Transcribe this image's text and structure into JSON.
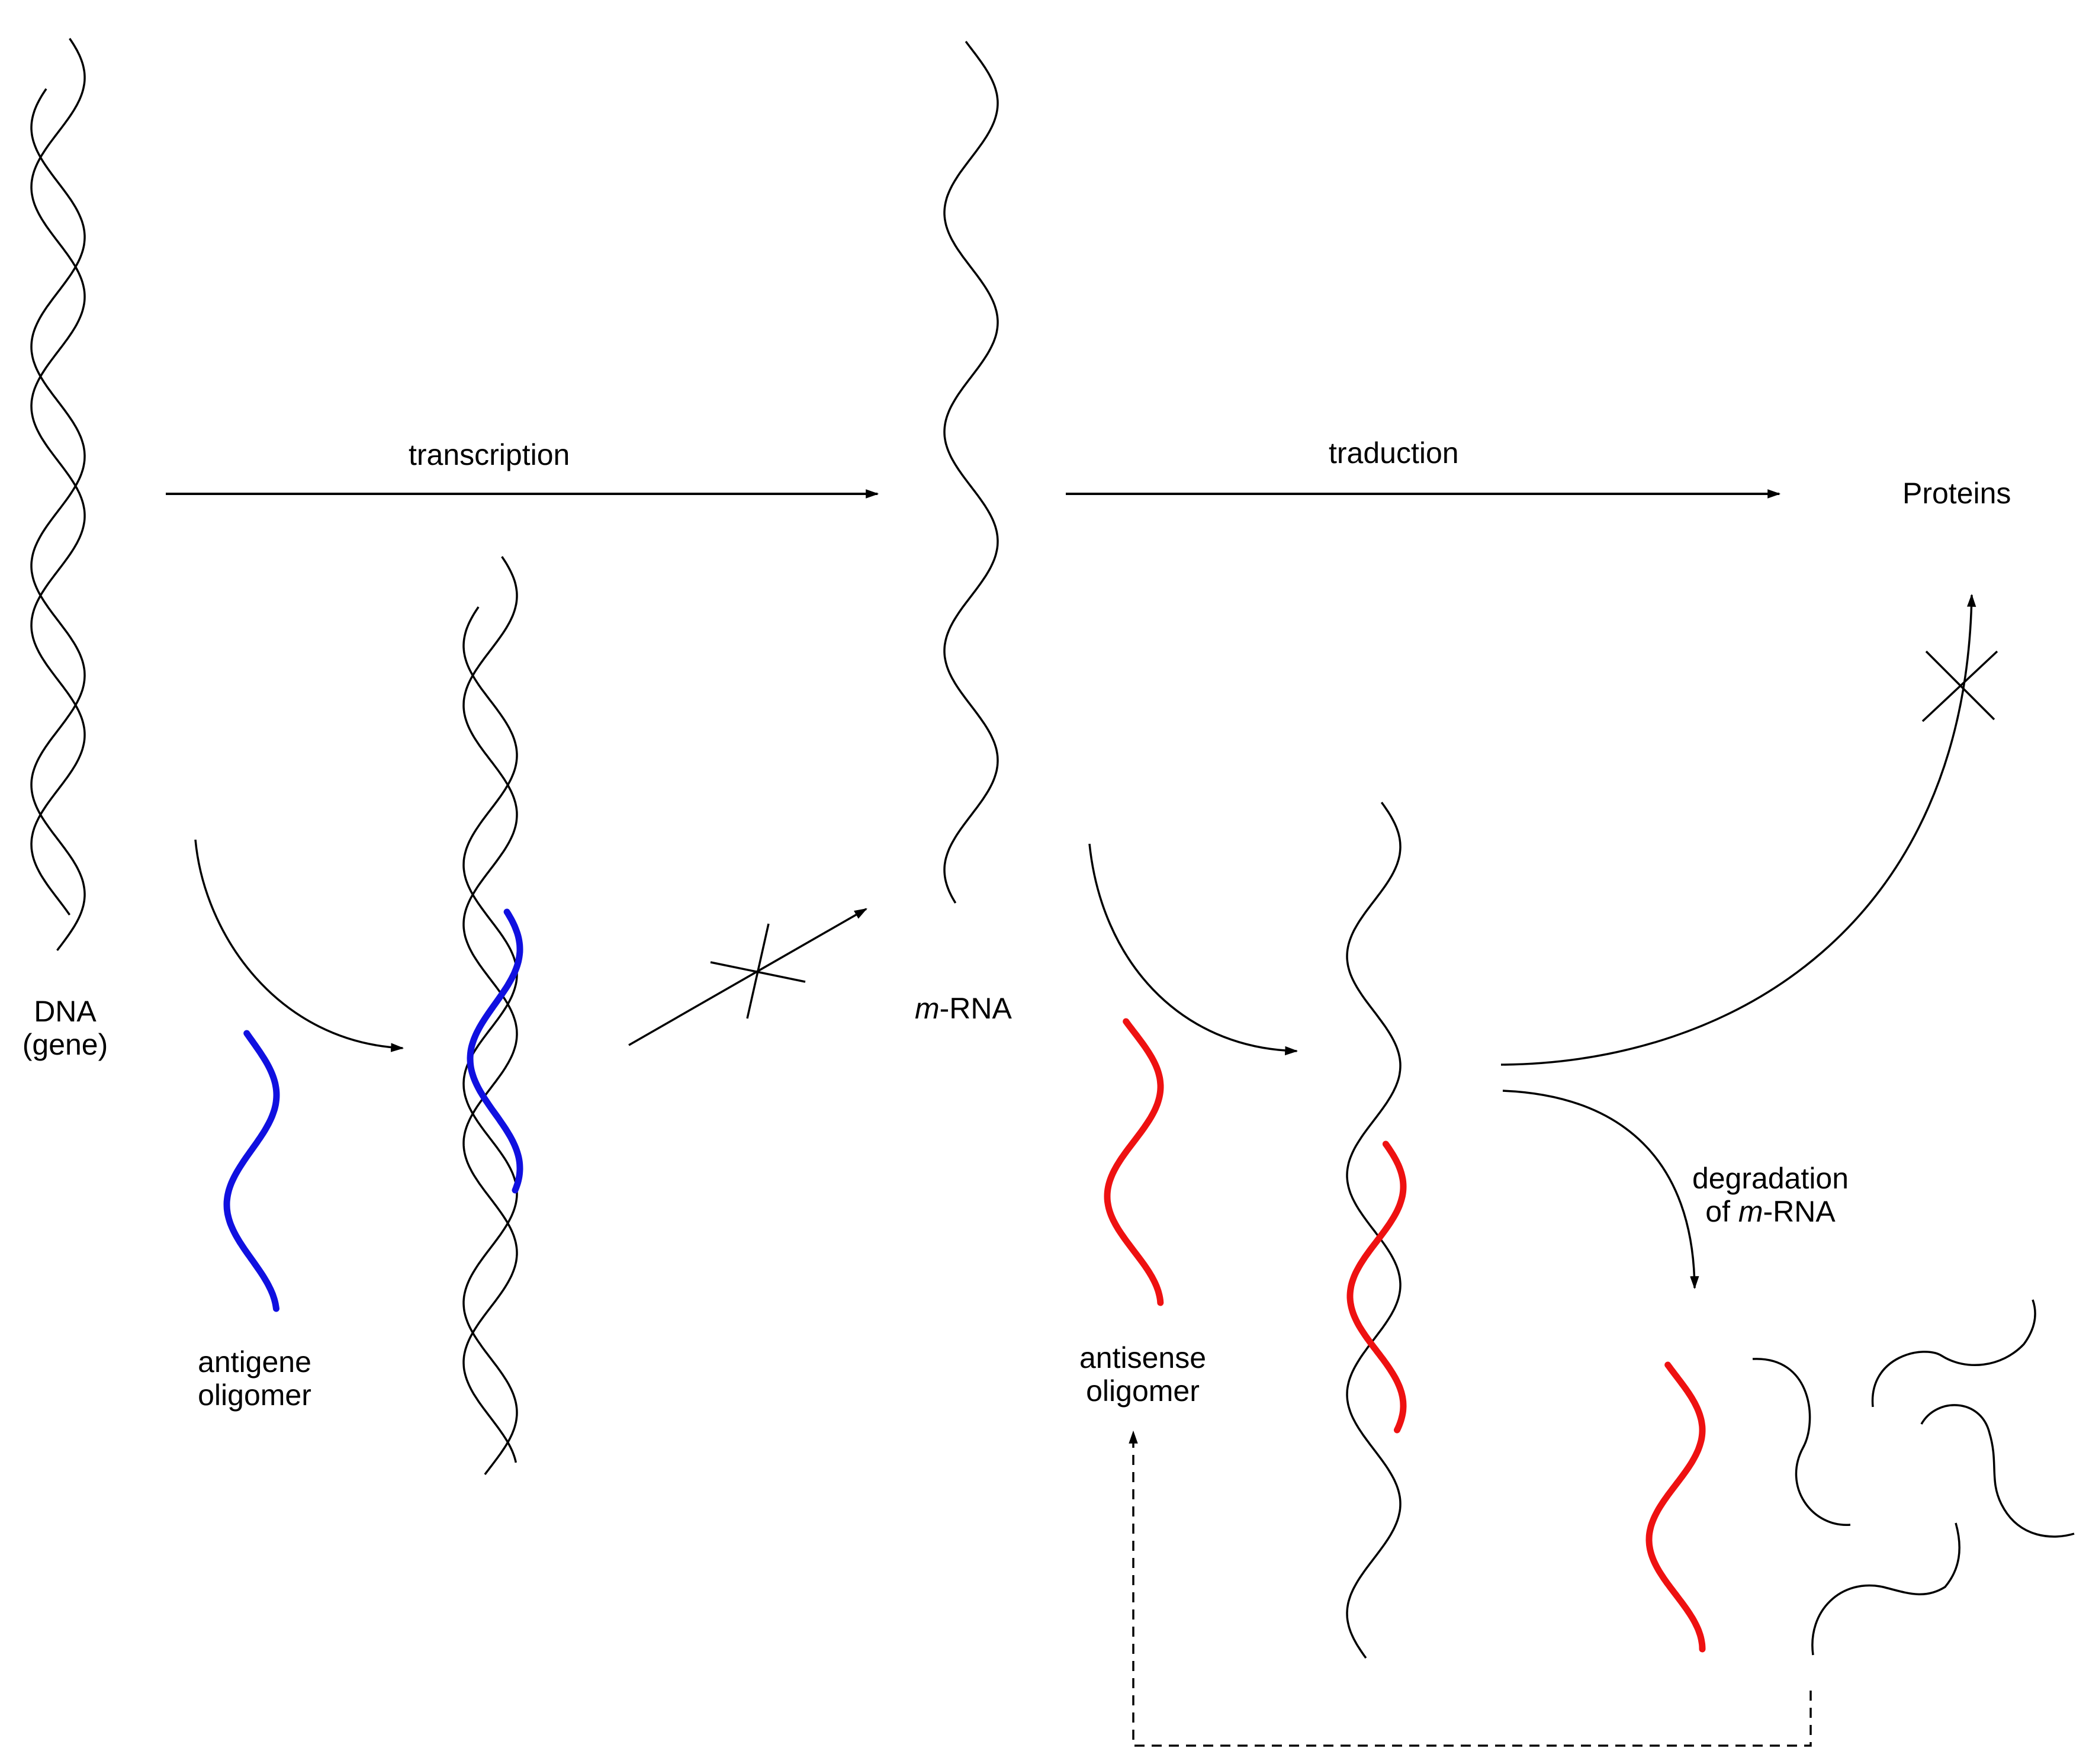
{
  "labels": {
    "dna_line1": "DNA",
    "dna_line2": "(gene)",
    "transcription": "transcription",
    "traduction": "traduction",
    "proteins": "Proteins",
    "mrna_prefix": "m",
    "mrna_suffix": "-RNA",
    "antigene_line1": "antigene",
    "antigene_line2": "oligomer",
    "antisense_line1": "antisense",
    "antisense_line2": "oligomer",
    "degradation_line1": "degradation",
    "degradation_line2_prefix": "of ",
    "degradation_line2_italic": "m",
    "degradation_line2_suffix": "-RNA"
  },
  "colors": {
    "strand": "#000000",
    "antigene": "#1010e0",
    "antisense": "#ee1111",
    "background": "#ffffff"
  }
}
